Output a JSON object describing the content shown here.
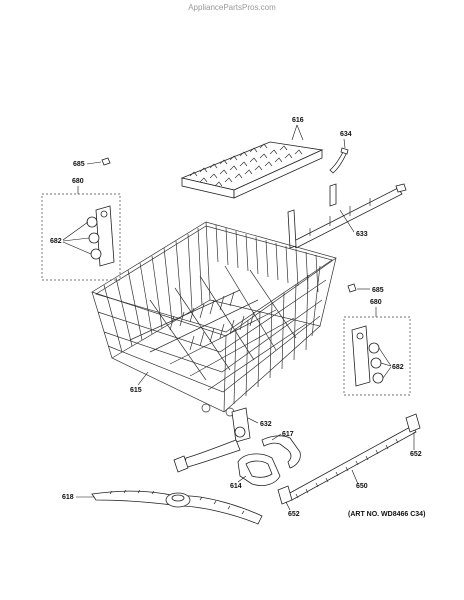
{
  "watermark": "AppliancePartsPros.com",
  "art_number": "(ART NO. WD8466 C34)",
  "callouts": {
    "c616": "616",
    "c634": "634",
    "c685_top": "685",
    "c680_left": "680",
    "c682_left": "682",
    "c633": "633",
    "c685_right": "685",
    "c680_right": "680",
    "c682_right": "682",
    "c615": "615",
    "c632": "632",
    "c617": "617",
    "c614": "614",
    "c652_right": "652",
    "c650": "650",
    "c618": "618",
    "c652_bottom": "652"
  }
}
